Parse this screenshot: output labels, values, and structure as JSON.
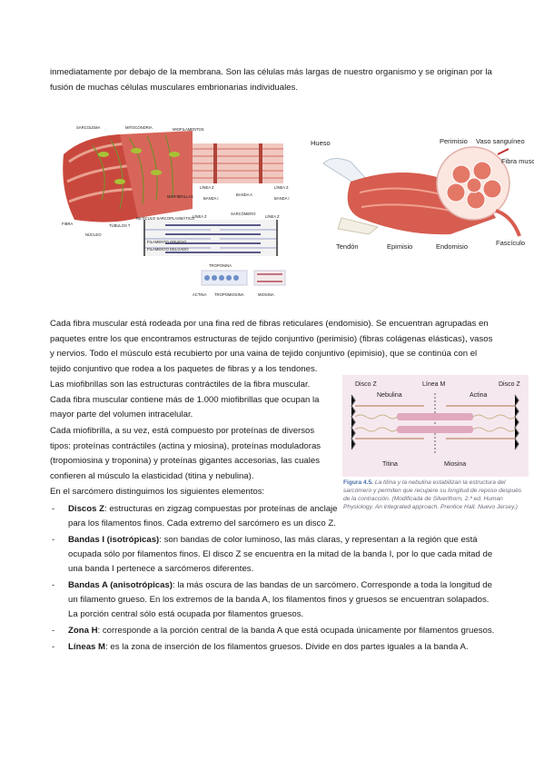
{
  "intro_text": "inmediatamente por debajo de la membrana. Son las células más largas de nuestro organismo y se originan por la fusión de muchas células musculares embrionarias individuales.",
  "fig1_labels": {
    "sarcolema": "SARCOLEMA",
    "mitocondria": "MITOCONDRIA",
    "miofilamentos": "MIOFILAMENTOS",
    "linea_z1": "LÍNEA Z",
    "linea_z2": "LÍNEA Z",
    "miofibrillas": "MIOFIBRILLAS",
    "banda_i1": "BANDA I",
    "banda_a": "BANDA A",
    "banda_i2": "BANDA I",
    "fibra": "FIBRA",
    "nucleo": "NÚCLEO",
    "tubulos": "TÚBULOS T",
    "reticulo": "RETÍCULO SARCOPLASMÁTICO",
    "sarcomero": "SARCÓMERO",
    "linea_z3": "LÍNEA Z",
    "linea_z4": "LÍNEA Z",
    "filamento_grueso": "FILAMENTO GRUESO",
    "filamento_delgado": "FILAMENTO DELGADO",
    "troponina": "TROPONINA",
    "actina": "ACTINA",
    "tropomiosina": "TROPOMIOSINA",
    "miosina": "MIOSINA"
  },
  "fig2_labels": {
    "hueso": "Hueso",
    "perimisio": "Perimisio",
    "vaso": "Vaso sanguíneo",
    "fibra_muscular": "Fibra muscular",
    "tendon": "Tendón",
    "epimisio": "Epimisio",
    "endomisio": "Endomisio",
    "fasciculo": "Fascículo"
  },
  "paragraph_endomisio": "Cada fibra muscular está rodeada por una fina red de fibras reticulares (endomisio). Se encuentran agrupadas en paquetes entre los que encontramos estructuras de tejido conjuntivo (perimisio) (fibras colágenas elásticas), vasos y nervios. Todo el músculo está recubierto por una vaina de tejido conjuntivo (epimisio), que se continúa con el tejido conjuntivo que rodea a los paquetes de fibras y a los tendones.",
  "paragraph_miofibrillas": "Las miofibrillas son las estructuras contráctiles de la fibra muscular. Cada fibra muscular contiene más de 1.000 miofibrillas que ocupan la mayor parte del volumen intracelular.",
  "paragraph_proteinas": "Cada miofibrilla, a su vez, está compuesto por proteínas de diversos tipos: proteínas contráctiles (actina y miosina), proteínas moduladoras (tropomiosina y troponina) y proteínas gigantes accesorias, las cuales confieren al músculo la elasticidad (titina y nebulina).",
  "paragraph_sarcomero": "En el sarcómero distinguimos los siguientes elementos:",
  "fig3_labels": {
    "disco_z1": "Disco Z",
    "linea_m": "Línea M",
    "disco_z2": "Disco Z",
    "nebulina": "Nebulina",
    "actina": "Actina",
    "titina": "Titina",
    "miosina": "Miosina"
  },
  "fig3_caption_title": "Figura 4.5.",
  "fig3_caption_text": "La titina y la nebulina estabilizan la estructura del sarcómero y permiten que recupere su longitud de reposo después de la contracción. (Modificada de Silverthorn, 2.ª ed. Human Physiology. An integrated approach. Prentice Hall. Nuevo Jersey.)",
  "list": [
    {
      "term": "Discos Z",
      "text": ": estructuras en zigzag compuestas por proteínas de anclaje para los filamentos finos. Cada extremo del sarcómero es un disco Z."
    },
    {
      "term": "Bandas I (isotrópicas)",
      "text": ": son bandas de color luminoso, las más claras, y representan a la región que está ocupada sólo por filamentos finos. El disco Z se encuentra en la mitad de la banda I, por lo que cada mitad de una banda I pertenece a sarcómeros diferentes."
    },
    {
      "term": "Bandas A (anisotrópicas)",
      "text": ": la más oscura de las bandas de un sarcómero. Corresponde a toda la longitud de un filamento grueso. En los extremos de la banda A, los filamentos finos y gruesos se encuentran solapados. La porción central sólo está ocupada por filamentos gruesos."
    },
    {
      "term": "Zona H",
      "text": ": corresponde a la porción central de la banda A que está ocupada únicamente por filamentos gruesos."
    },
    {
      "term": "Líneas M",
      "text": ": es la zona de inserción de los filamentos gruesos. Divide en dos partes iguales a la banda A."
    }
  ],
  "list_dash": "-"
}
